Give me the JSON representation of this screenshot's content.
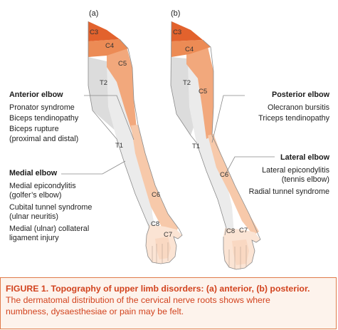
{
  "panels": {
    "a": "(a)",
    "b": "(b)"
  },
  "dermatomes": {
    "c3": "C3",
    "c4": "C4",
    "c5": "C5",
    "c6": "C6",
    "c7": "C7",
    "c8": "C8",
    "t1": "T1",
    "t2": "T2"
  },
  "anterior_elbow": {
    "heading": "Anterior elbow",
    "items": [
      "Pronator syndrome",
      "Biceps tendinopathy",
      "Biceps rupture",
      "(proximal and distal)"
    ]
  },
  "medial_elbow": {
    "heading": "Medial elbow",
    "items": [
      "Medial epicondylitis",
      "(golfer’s elbow)",
      "Cubital tunnel syndrome",
      "(ulnar neuritis)",
      "Medial (ulnar) collateral",
      "ligament injury"
    ]
  },
  "posterior_elbow": {
    "heading": "Posterior elbow",
    "items": [
      "Olecranon bursitis",
      "Triceps tendinopathy"
    ]
  },
  "lateral_elbow": {
    "heading": "Lateral elbow",
    "items": [
      "Lateral epicondylitis",
      "(tennis elbow)",
      "Radial tunnel syndrome"
    ]
  },
  "caption": {
    "line1": "FIGURE 1. Topography of upper limb disorders: (a) anterior, (b) posterior.",
    "line2": "The dermatomal distribution of the cervical nerve roots shows where",
    "line3": "numbness, dysaesthesiae or  pain may be felt."
  },
  "colors": {
    "c3": "#e2622d",
    "c4": "#ec8b55",
    "c5": "#f2a87c",
    "c6": "#f7c9aa",
    "c7": "#f9d8c2",
    "c8": "#fbe4d4",
    "t1": "#ebebeb",
    "t2": "#dcdcdc",
    "outline": "#8a8a8a",
    "leader": "#888888",
    "caption_text": "#d2431e"
  }
}
